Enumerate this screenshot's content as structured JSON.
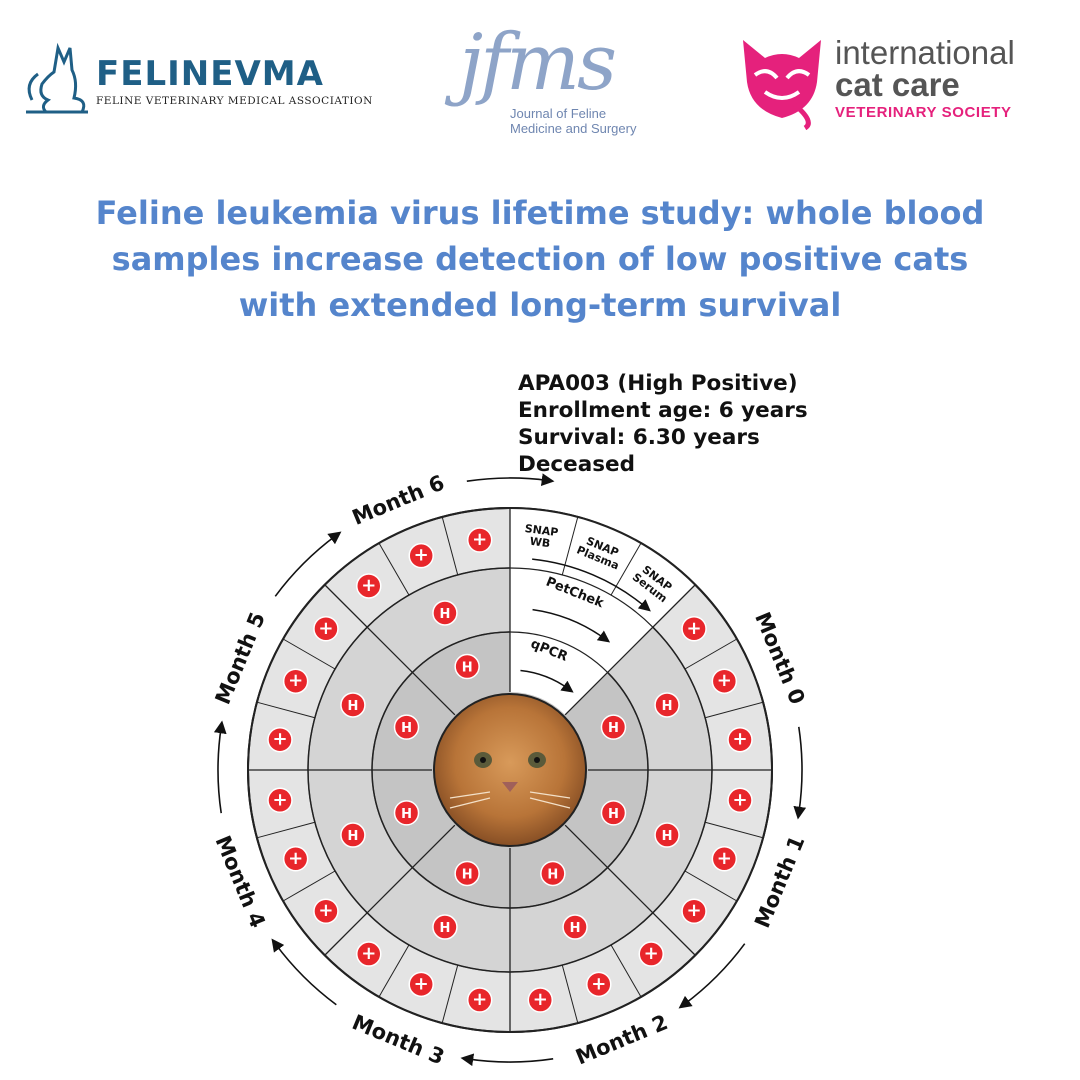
{
  "logos": {
    "fvma": {
      "name": "FELINEVMA",
      "tagline": "FELINE VETERINARY MEDICAL ASSOCIATION"
    },
    "jfms": {
      "name": "jfms",
      "tagline_line1": "Journal of Feline",
      "tagline_line2": "Medicine and Surgery"
    },
    "icc": {
      "line1": "international",
      "line2": "cat care",
      "line3": "VETERINARY SOCIETY"
    }
  },
  "title_lines": [
    "Feline leukemia virus lifetime study: whole blood",
    "samples increase detection of low positive cats",
    "with extended long-term survival"
  ],
  "case_info": {
    "id_line": "APA003 (High Positive)",
    "age_line": "Enrollment age: 6 years",
    "survival_line": "Survival: 6.30 years",
    "status_line": "Deceased"
  },
  "diagram": {
    "months": [
      "Month 0",
      "Month 1",
      "Month 2",
      "Month 3",
      "Month 4",
      "Month 5",
      "Month 6"
    ],
    "legend": {
      "outer": [
        "SNAP WB",
        "SNAP Plasma",
        "SNAP Serum"
      ],
      "middle": "PetChek",
      "inner": "qPCR"
    },
    "symbols": {
      "positive": "+",
      "high": "H"
    },
    "colors": {
      "positive_red": "#e8262b",
      "ring_light": "#e4e4e4",
      "ring_mid": "#d4d4d4",
      "ring_dark": "#c4c4c4"
    }
  }
}
